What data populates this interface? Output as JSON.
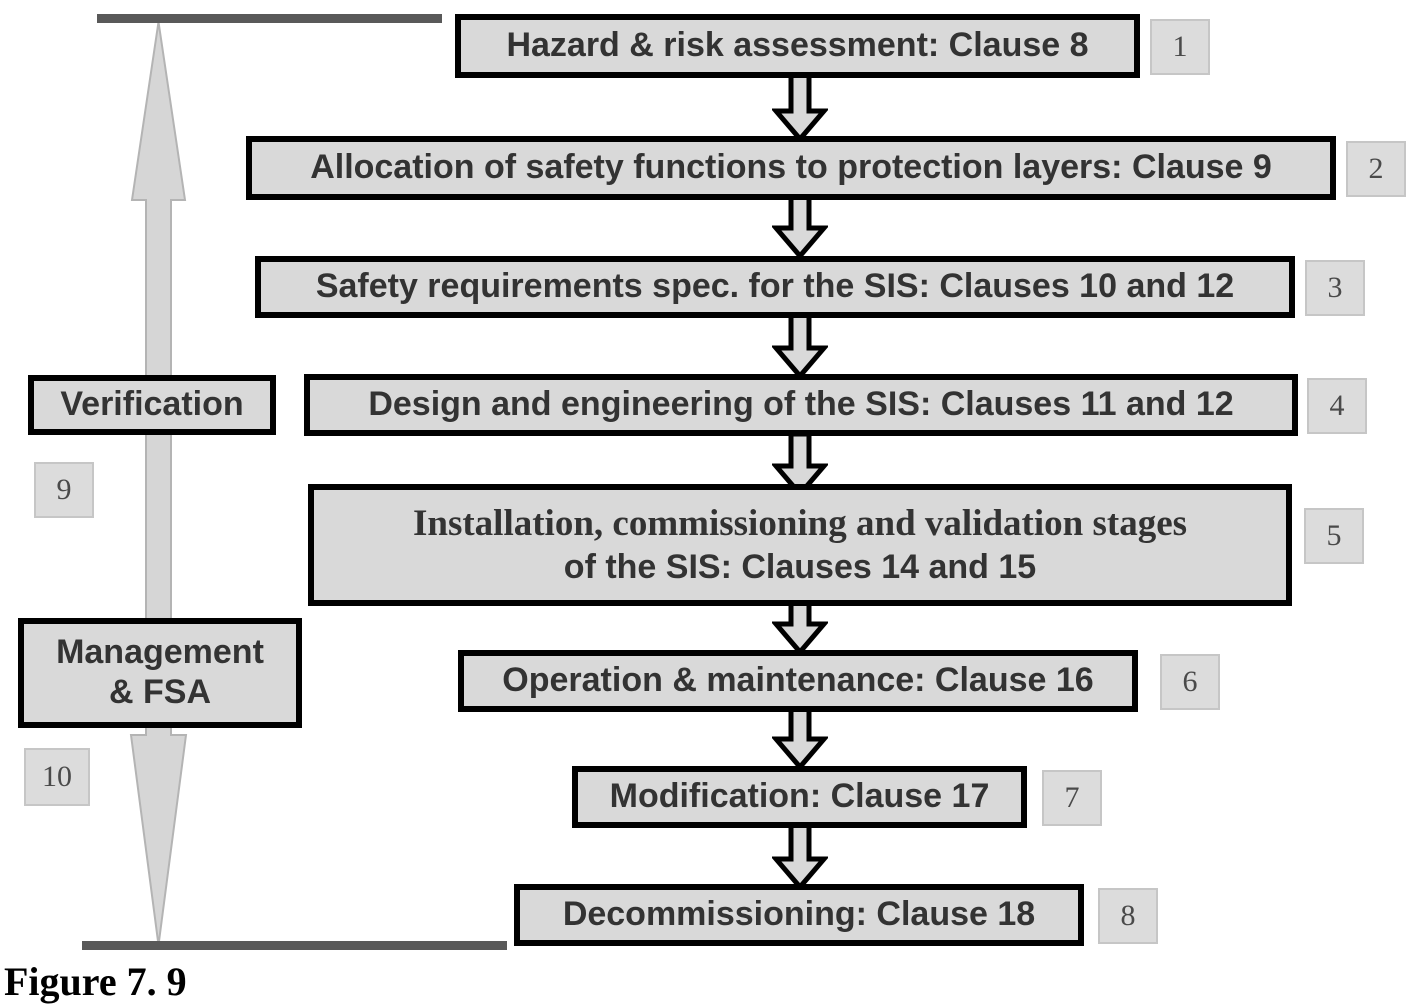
{
  "figure": {
    "caption": "Figure 7. 9"
  },
  "colors": {
    "box_fill": "#d9d9d9",
    "box_border": "#000000",
    "text": "#333333",
    "badge_fill": "#dcdcdc",
    "badge_border": "#c6c6c6",
    "rail": "#595959",
    "bg_arrow_fill": "#d6d6d6",
    "bg_arrow_stroke": "#b0b0b0",
    "connector_fill": "#d9d9d9",
    "connector_stroke": "#000000"
  },
  "flow": {
    "steps": [
      {
        "id": 1,
        "label": "Hazard & risk assessment: Clause 8",
        "badge": "1"
      },
      {
        "id": 2,
        "label": "Allocation of safety functions to protection layers: Clause 9",
        "badge": "2"
      },
      {
        "id": 3,
        "label": "Safety requirements spec. for the SIS: Clauses 10 and 12",
        "badge": "3"
      },
      {
        "id": 4,
        "label": "Design and engineering of the SIS: Clauses 11 and 12",
        "badge": "4"
      },
      {
        "id": 5,
        "label_line1": "Installation, commissioning and validation stages",
        "label_line2": "of the SIS: Clauses 14 and 15",
        "badge": "5"
      },
      {
        "id": 6,
        "label": "Operation & maintenance: Clause 16",
        "badge": "6"
      },
      {
        "id": 7,
        "label": "Modification: Clause 17",
        "badge": "7"
      },
      {
        "id": 8,
        "label": "Decommissioning: Clause 18",
        "badge": "8"
      }
    ],
    "connector_count": 7
  },
  "side": {
    "verification": {
      "label": "Verification",
      "badge": "9"
    },
    "management": {
      "label_line1": "Management",
      "label_line2": "& FSA",
      "badge": "10"
    }
  },
  "icons": {
    "bg_arrow": "double-headed-vertical-arrow-icon",
    "connector": "down-block-arrow-icon"
  }
}
